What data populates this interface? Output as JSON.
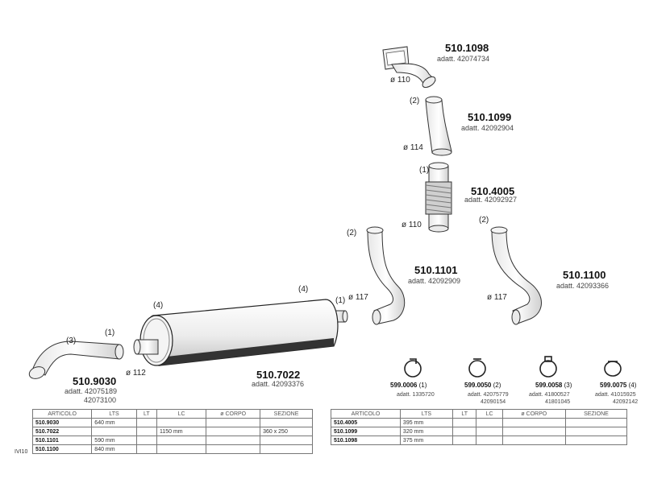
{
  "parts": [
    {
      "code": "510.1098",
      "adatt": [
        "adatt. 42074734"
      ],
      "diam": "ø 110",
      "qty": ""
    },
    {
      "code": "510.1099",
      "adatt": [
        "adatt. 42092904"
      ],
      "diam": "ø 114",
      "qty": "(2)"
    },
    {
      "code": "510.4005",
      "adatt": [
        "adatt. 42092927"
      ],
      "diam": "ø 110",
      "qty": "(1)"
    },
    {
      "code": "510.1101",
      "adatt": [
        "adatt. 42092909"
      ],
      "diam": "ø 117",
      "qty": "(2)"
    },
    {
      "code": "510.1100",
      "adatt": [
        "adatt. 42093366"
      ],
      "diam": "ø 117",
      "qty": "(2)"
    },
    {
      "code": "510.7022",
      "adatt": [
        "adatt. 42093376"
      ],
      "diam": "ø 112",
      "qty": "(4)",
      "qty2": "(4)",
      "qty3": "(1)"
    },
    {
      "code": "510.9030",
      "adatt": [
        "adatt. 42075189",
        "42073100"
      ],
      "diam": "",
      "qty": "(3)",
      "qty2": "(1)"
    }
  ],
  "clamps": [
    {
      "code": "599.0006",
      "qty": "(1)",
      "sub": [
        "adatt. 1335720"
      ]
    },
    {
      "code": "599.0050",
      "qty": "(2)",
      "sub": [
        "adatt. 42075779",
        "42090154"
      ]
    },
    {
      "code": "599.0058",
      "qty": "(3)",
      "sub": [
        "adatt. 41800527",
        "41801045"
      ]
    },
    {
      "code": "599.0075",
      "qty": "(4)",
      "sub": [
        "adatt. 41015925",
        "42092142"
      ]
    }
  ],
  "table_headers": [
    "ARTICOLO",
    "LTS",
    "LT",
    "LC",
    "ø CORPO",
    "SEZIONE"
  ],
  "table_left": [
    [
      "510.9030",
      "640 mm",
      "",
      "",
      "",
      ""
    ],
    [
      "510.7022",
      "",
      "",
      "1150 mm",
      "",
      "360 x 250"
    ],
    [
      "510.1101",
      "590 mm",
      "",
      "",
      "",
      ""
    ],
    [
      "510.1100",
      "840 mm",
      "",
      "",
      "",
      ""
    ]
  ],
  "table_right": [
    [
      "510.4005",
      "395 mm",
      "",
      "",
      "",
      ""
    ],
    [
      "510.1099",
      "320 mm",
      "",
      "",
      "",
      ""
    ],
    [
      "510.1098",
      "375 mm",
      "",
      "",
      "",
      ""
    ]
  ],
  "side_label": "IVI10"
}
